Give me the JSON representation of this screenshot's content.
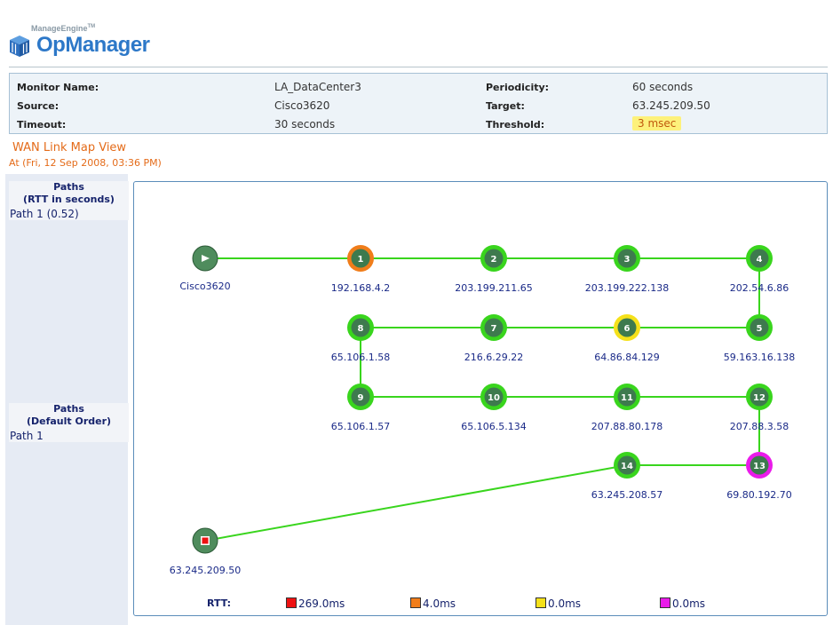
{
  "brand": {
    "vendor": "ManageEngine",
    "trademark": "TM",
    "product": "OpManager"
  },
  "monitor": {
    "name_label": "Monitor Name:",
    "name_value": "LA_DataCenter3",
    "source_label": "Source:",
    "source_value": "Cisco3620",
    "timeout_label": "Timeout:",
    "timeout_value": "30 seconds",
    "periodicity_label": "Periodicity:",
    "periodicity_value": "60 seconds",
    "target_label": "Target:",
    "target_value": "63.245.209.50",
    "threshold_label": "Threshold:",
    "threshold_value": "3 msec"
  },
  "view": {
    "title": "WAN Link Map View",
    "timestamp": "At (Fri, 12 Sep 2008, 03:36 PM)"
  },
  "sidebar": {
    "rtt_header_line1": "Paths",
    "rtt_header_line2": "(RTT in seconds)",
    "rtt_path": "Path 1 (0.52)",
    "default_header_line1": "Paths",
    "default_header_line2": "(Default Order)",
    "default_path": "Path 1"
  },
  "colors": {
    "link": "#39d51d",
    "ok": "#39d51d",
    "red": "#ee1111",
    "orange": "#f07d1a",
    "yellow": "#f5e11a",
    "magenta": "#ea1bea",
    "node_core": "#3e7a4e"
  },
  "map": {
    "source": {
      "label": "Cisco3620",
      "icon": "play-icon"
    },
    "target": {
      "label": "63.245.209.50",
      "icon": "stop-icon"
    },
    "hops": [
      {
        "num": "1",
        "ip": "192.168.4.2",
        "status": "orange"
      },
      {
        "num": "2",
        "ip": "203.199.211.65",
        "status": "ok"
      },
      {
        "num": "3",
        "ip": "203.199.222.138",
        "status": "ok"
      },
      {
        "num": "4",
        "ip": "202.54.6.86",
        "status": "ok"
      },
      {
        "num": "5",
        "ip": "59.163.16.138",
        "status": "ok"
      },
      {
        "num": "6",
        "ip": "64.86.84.129",
        "status": "yellow"
      },
      {
        "num": "7",
        "ip": "216.6.29.22",
        "status": "ok"
      },
      {
        "num": "8",
        "ip": "65.106.1.58",
        "status": "ok"
      },
      {
        "num": "9",
        "ip": "65.106.1.57",
        "status": "ok"
      },
      {
        "num": "10",
        "ip": "65.106.5.134",
        "status": "ok"
      },
      {
        "num": "11",
        "ip": "207.88.80.178",
        "status": "ok"
      },
      {
        "num": "12",
        "ip": "207.88.3.58",
        "status": "ok"
      },
      {
        "num": "13",
        "ip": "69.80.192.70",
        "status": "magenta"
      },
      {
        "num": "14",
        "ip": "63.245.208.57",
        "status": "ok"
      }
    ]
  },
  "legend": {
    "title": "RTT:",
    "items": [
      {
        "label": "269.0ms",
        "color": "#ee1111"
      },
      {
        "label": "4.0ms",
        "color": "#f07d1a"
      },
      {
        "label": "0.0ms",
        "color": "#f5e11a"
      },
      {
        "label": "0.0ms",
        "color": "#ea1bea"
      }
    ]
  }
}
